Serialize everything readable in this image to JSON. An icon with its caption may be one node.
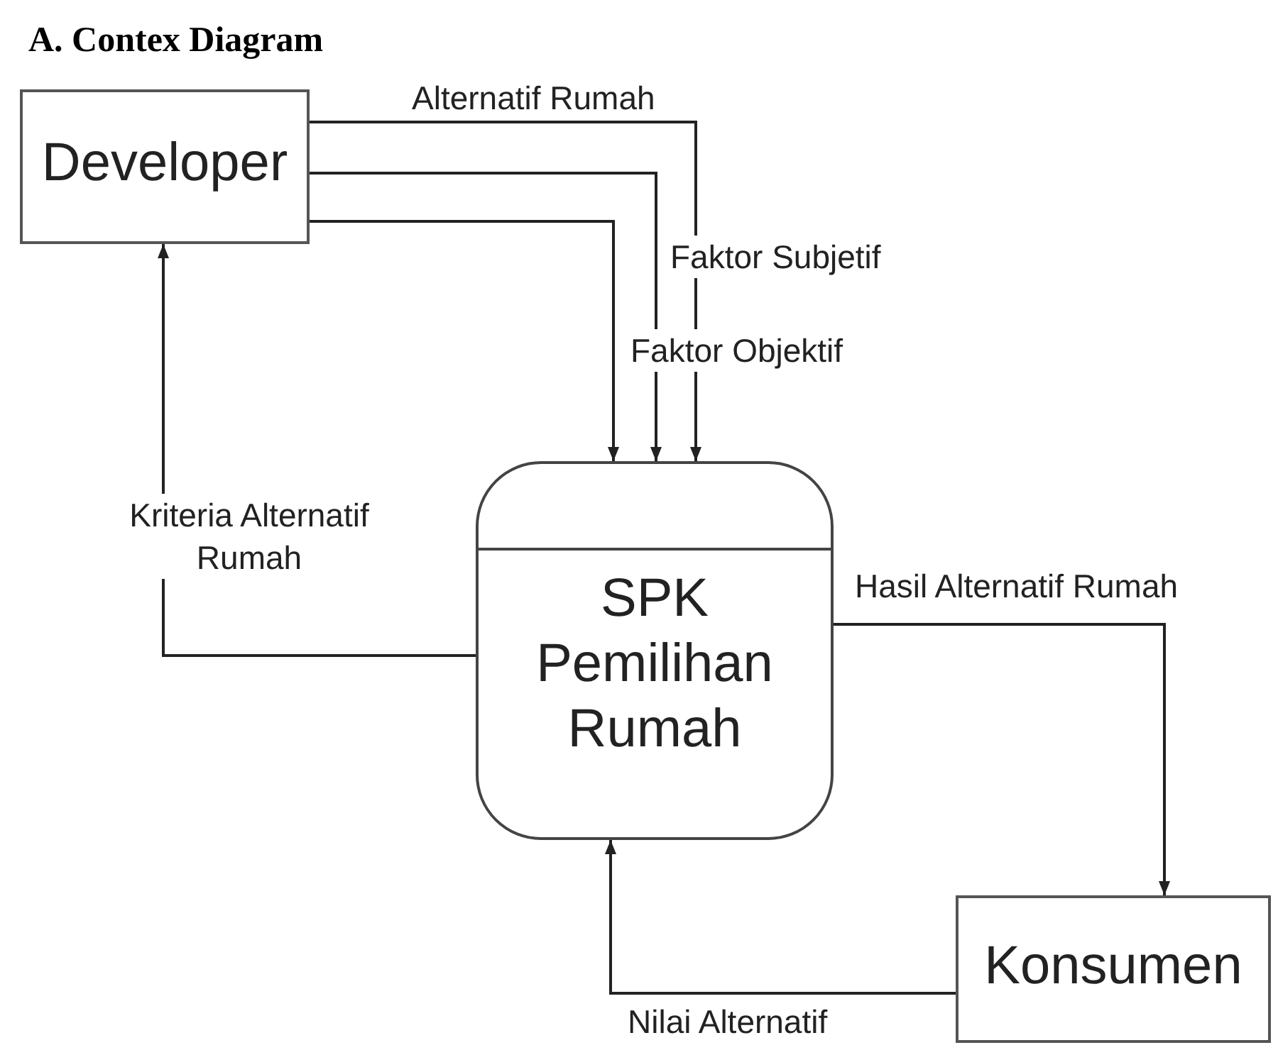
{
  "diagram": {
    "title": "A.  Contex Diagram",
    "nodes": [
      {
        "text": [
          "Developer"
        ]
      },
      {
        "text": [
          "SPK Pemilihan Rumah"
        ]
      },
      {
        "text": [
          "Konsumen"
        ]
      }
    ],
    "edges": [
      {
        "from": 0,
        "to": 1,
        "arrow": "to",
        "label": "Alternatif Rumah"
      },
      {
        "from": 0,
        "to": 1,
        "arrow": "to",
        "label": "Faktor Subjetif"
      },
      {
        "from": 0,
        "to": 1,
        "arrow": "to",
        "label": "Faktor Objektif"
      },
      {
        "from": 1,
        "to": 0,
        "arrow": "to",
        "label": "Kriteria Alternatif Rumah"
      },
      {
        "from": 1,
        "to": 2,
        "arrow": "to",
        "label": "Hasil Alternatif Rumah"
      },
      {
        "from": 2,
        "to": 1,
        "arrow": "to",
        "label": "Nilai Alternatif"
      }
    ]
  }
}
